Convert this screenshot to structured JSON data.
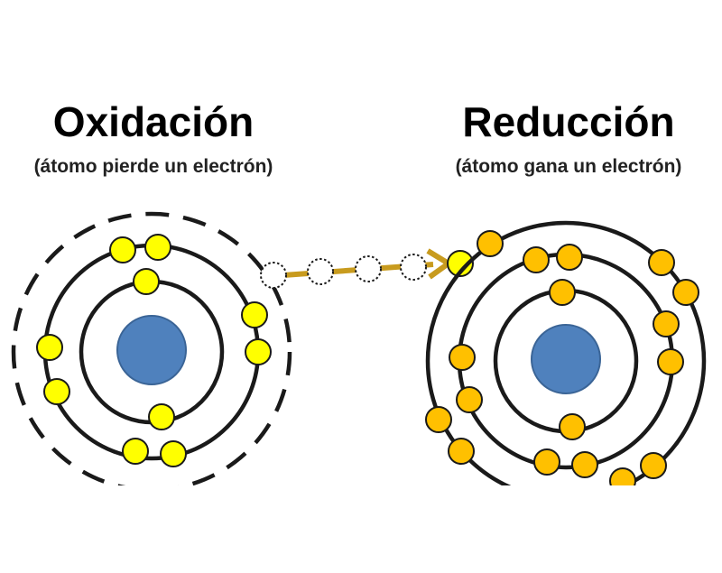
{
  "oxidation": {
    "title": "Oxidación",
    "subtitle": "(átomo pierde un electrón)"
  },
  "reduction": {
    "title": "Reducción",
    "subtitle": "(átomo gana un electrón)"
  },
  "colors": {
    "nucleus": "#4f81bd",
    "nucleus_stroke": "#3a6496",
    "electron_left": "#ffff00",
    "electron_right": "#ffc000",
    "electron_stroke": "#1a1a1a",
    "arrow": "#c89b1e",
    "shell": "#1a1a1a"
  }
}
